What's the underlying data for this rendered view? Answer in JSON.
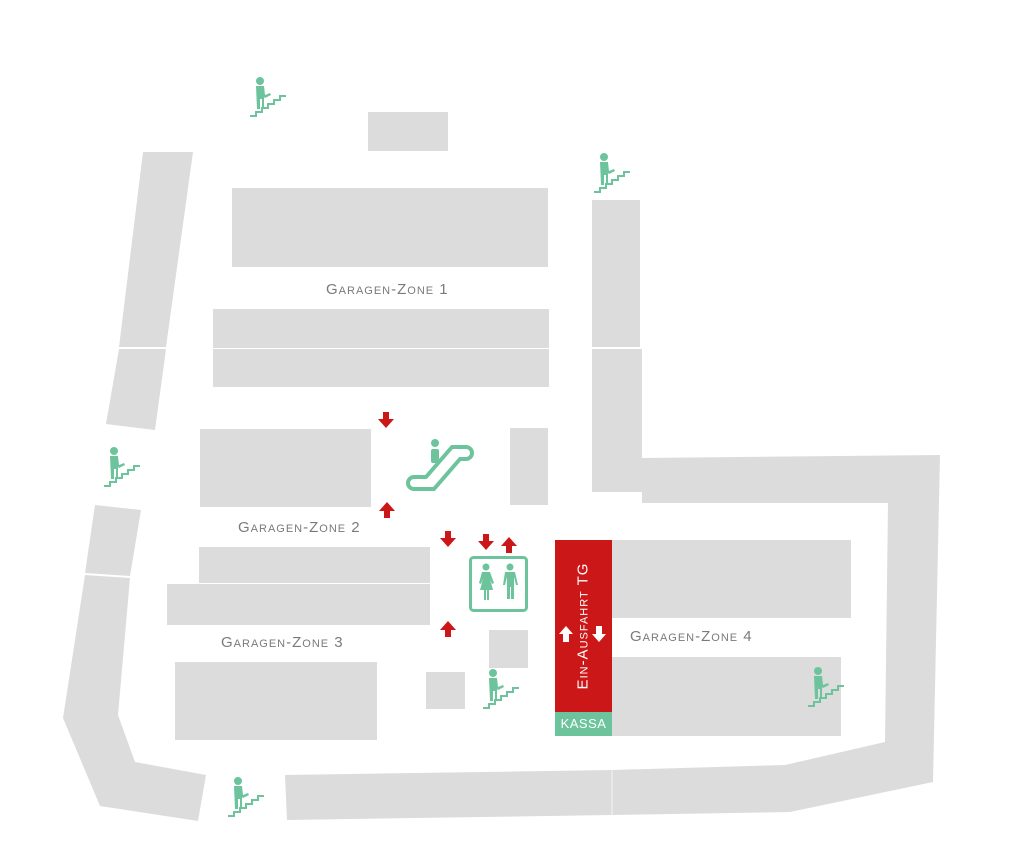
{
  "zones": [
    {
      "label": "Garagen-Zone 1"
    },
    {
      "label": "Garagen-Zone 2"
    },
    {
      "label": "Garagen-Zone 3"
    },
    {
      "label": "Garagen-Zone 4"
    }
  ],
  "entrance": {
    "label": "Ein-Ausfahrt TG"
  },
  "cashier": {
    "label": "KASSA"
  },
  "colors": {
    "building": "#dcdcdc",
    "accent_red": "#cc1719",
    "accent_green": "#6dc49c",
    "label": "#7a7a7a"
  }
}
